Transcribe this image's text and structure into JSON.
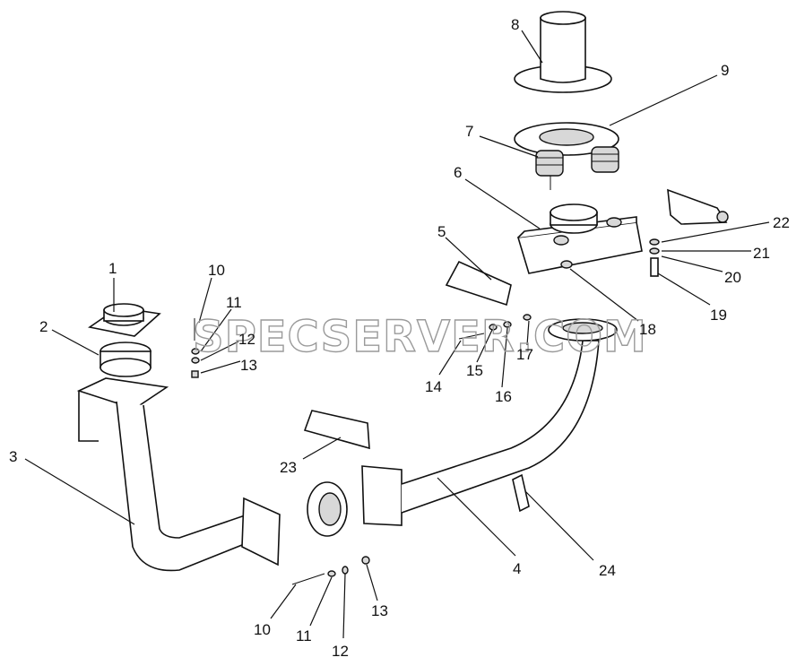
{
  "watermark": "SPECSERVER.COM",
  "callouts": [
    {
      "id": "c8",
      "text": "8"
    },
    {
      "id": "c9",
      "text": "9"
    },
    {
      "id": "c7",
      "text": "7"
    },
    {
      "id": "c6",
      "text": "6"
    },
    {
      "id": "c22",
      "text": "22"
    },
    {
      "id": "c21",
      "text": "21"
    },
    {
      "id": "c20",
      "text": "20"
    },
    {
      "id": "c19",
      "text": "19"
    },
    {
      "id": "c5",
      "text": "5"
    },
    {
      "id": "c18",
      "text": "18"
    },
    {
      "id": "c1",
      "text": "1"
    },
    {
      "id": "c10a",
      "text": "10"
    },
    {
      "id": "c11a",
      "text": "11"
    },
    {
      "id": "c12a",
      "text": "12"
    },
    {
      "id": "c13a",
      "text": "13"
    },
    {
      "id": "c2",
      "text": "2"
    },
    {
      "id": "c14",
      "text": "14"
    },
    {
      "id": "c15",
      "text": "15"
    },
    {
      "id": "c16",
      "text": "16"
    },
    {
      "id": "c17",
      "text": "17"
    },
    {
      "id": "c3",
      "text": "3"
    },
    {
      "id": "c23",
      "text": "23"
    },
    {
      "id": "c4",
      "text": "4"
    },
    {
      "id": "c24",
      "text": "24"
    },
    {
      "id": "c10b",
      "text": "10"
    },
    {
      "id": "c11b",
      "text": "11"
    },
    {
      "id": "c12b",
      "text": "12"
    },
    {
      "id": "c13b",
      "text": "13"
    }
  ]
}
